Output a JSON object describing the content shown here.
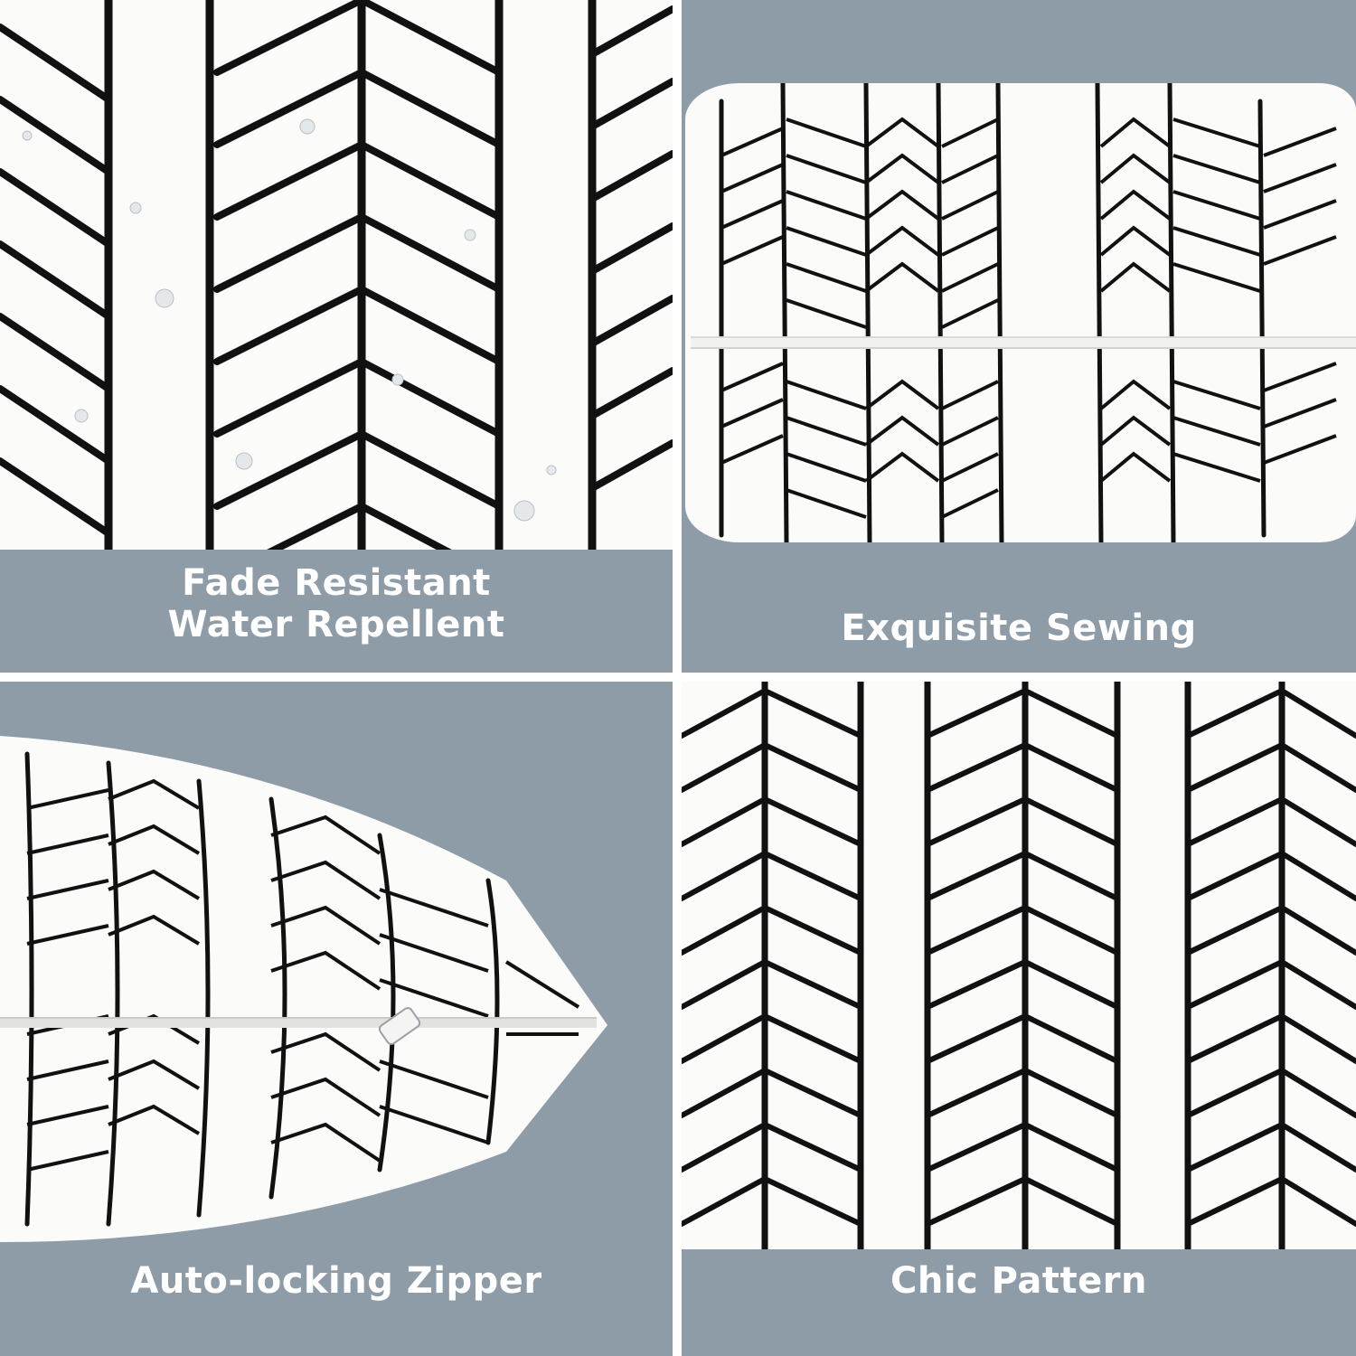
{
  "panels": [
    {
      "caption_line1": "Fade Resistant",
      "caption_line2": "Water Repellent"
    },
    {
      "caption": "Exquisite Sewing"
    },
    {
      "caption": "Auto-locking Zipper"
    },
    {
      "caption": "Chic Pattern"
    }
  ],
  "colors": {
    "panel_background": "#8e9ca8",
    "fabric": "#fbfbfa",
    "stripe": "#111111",
    "caption_text": "#ffffff"
  },
  "icons": [
    "herringbone-pattern",
    "pillow-image",
    "zipper-pull-icon"
  ]
}
